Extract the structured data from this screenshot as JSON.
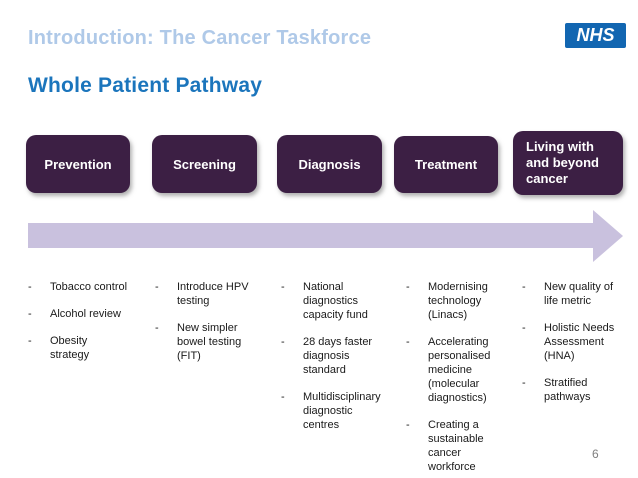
{
  "slide": {
    "pretitle": "Introduction: The Cancer Taskforce",
    "title": "Whole Patient Pathway",
    "page_number": "6"
  },
  "logo": {
    "text": "NHS"
  },
  "bullet_char": "-",
  "colors": {
    "pretitle": "#AFC9E8",
    "title": "#1B75BC",
    "stage_box": "#3C1F44",
    "stage_text": "#FFFFFF",
    "arrow": "#C9C1DE",
    "nhs_blue": "#1266B1",
    "bullet_text": "#1A1A1A",
    "page_number": "#7F7F7F"
  },
  "stages": [
    {
      "label": "Prevention"
    },
    {
      "label": "Screening"
    },
    {
      "label": "Diagnosis"
    },
    {
      "label": "Treatment"
    },
    {
      "label": "Living with\nand beyond\ncancer"
    }
  ],
  "columns": [
    {
      "items": [
        "Tobacco control",
        "Alcohol review",
        "Obesity\nstrategy"
      ]
    },
    {
      "items": [
        "Introduce HPV\ntesting",
        "New simpler\nbowel testing\n(FIT)"
      ]
    },
    {
      "items": [
        "National\ndiagnostics\ncapacity fund",
        "28 days faster\ndiagnosis\nstandard",
        "Multidisciplinary\ndiagnostic\ncentres"
      ]
    },
    {
      "items": [
        "Modernising\ntechnology\n(Linacs)",
        "Accelerating\npersonalised\nmedicine\n(molecular\ndiagnostics)",
        "Creating a\nsustainable\ncancer\nworkforce"
      ]
    },
    {
      "items": [
        "New quality of\nlife metric",
        "Holistic Needs\nAssessment\n(HNA)",
        "Stratified\npathways"
      ]
    }
  ]
}
